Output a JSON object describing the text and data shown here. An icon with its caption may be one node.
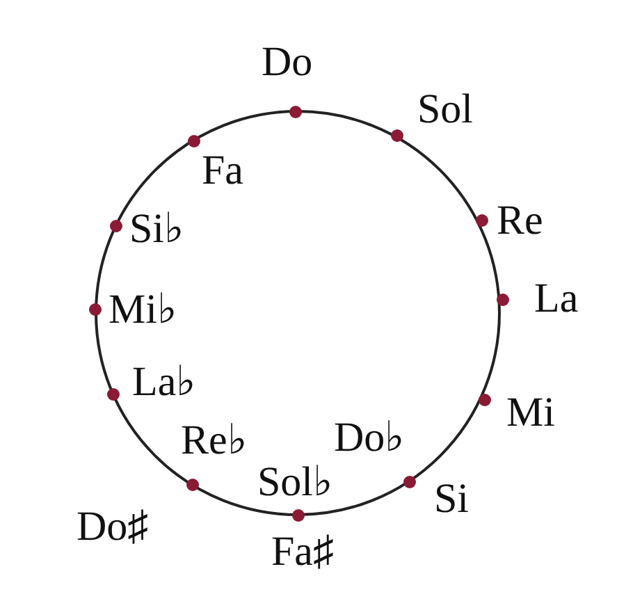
{
  "diagram": {
    "nodes": [
      {
        "text": [],
        "shape": "circle",
        "beside": [
          "Do"
        ]
      },
      {
        "text": [],
        "shape": "circle",
        "beside": [
          "Sol"
        ]
      },
      {
        "text": [],
        "shape": "circle",
        "beside": [
          "Re"
        ]
      },
      {
        "text": [],
        "shape": "circle",
        "beside": [
          "La"
        ]
      },
      {
        "text": [],
        "shape": "circle",
        "beside": [
          "Mi"
        ]
      },
      {
        "text": [],
        "shape": "circle",
        "beside": [
          "Do♭",
          "Si"
        ]
      },
      {
        "text": [],
        "shape": "circle",
        "beside": [
          "Sol♭",
          "Fa♯"
        ]
      },
      {
        "text": [],
        "shape": "circle",
        "beside": [
          "Re♭",
          "Do♯"
        ]
      },
      {
        "text": [],
        "shape": "circle",
        "beside": [
          "La♭"
        ]
      },
      {
        "text": [],
        "shape": "circle",
        "beside": [
          "Mi♭"
        ]
      },
      {
        "text": [],
        "shape": "circle",
        "beside": [
          "Si♭"
        ]
      },
      {
        "text": [],
        "shape": "circle",
        "beside": [
          "Fa"
        ]
      }
    ]
  }
}
